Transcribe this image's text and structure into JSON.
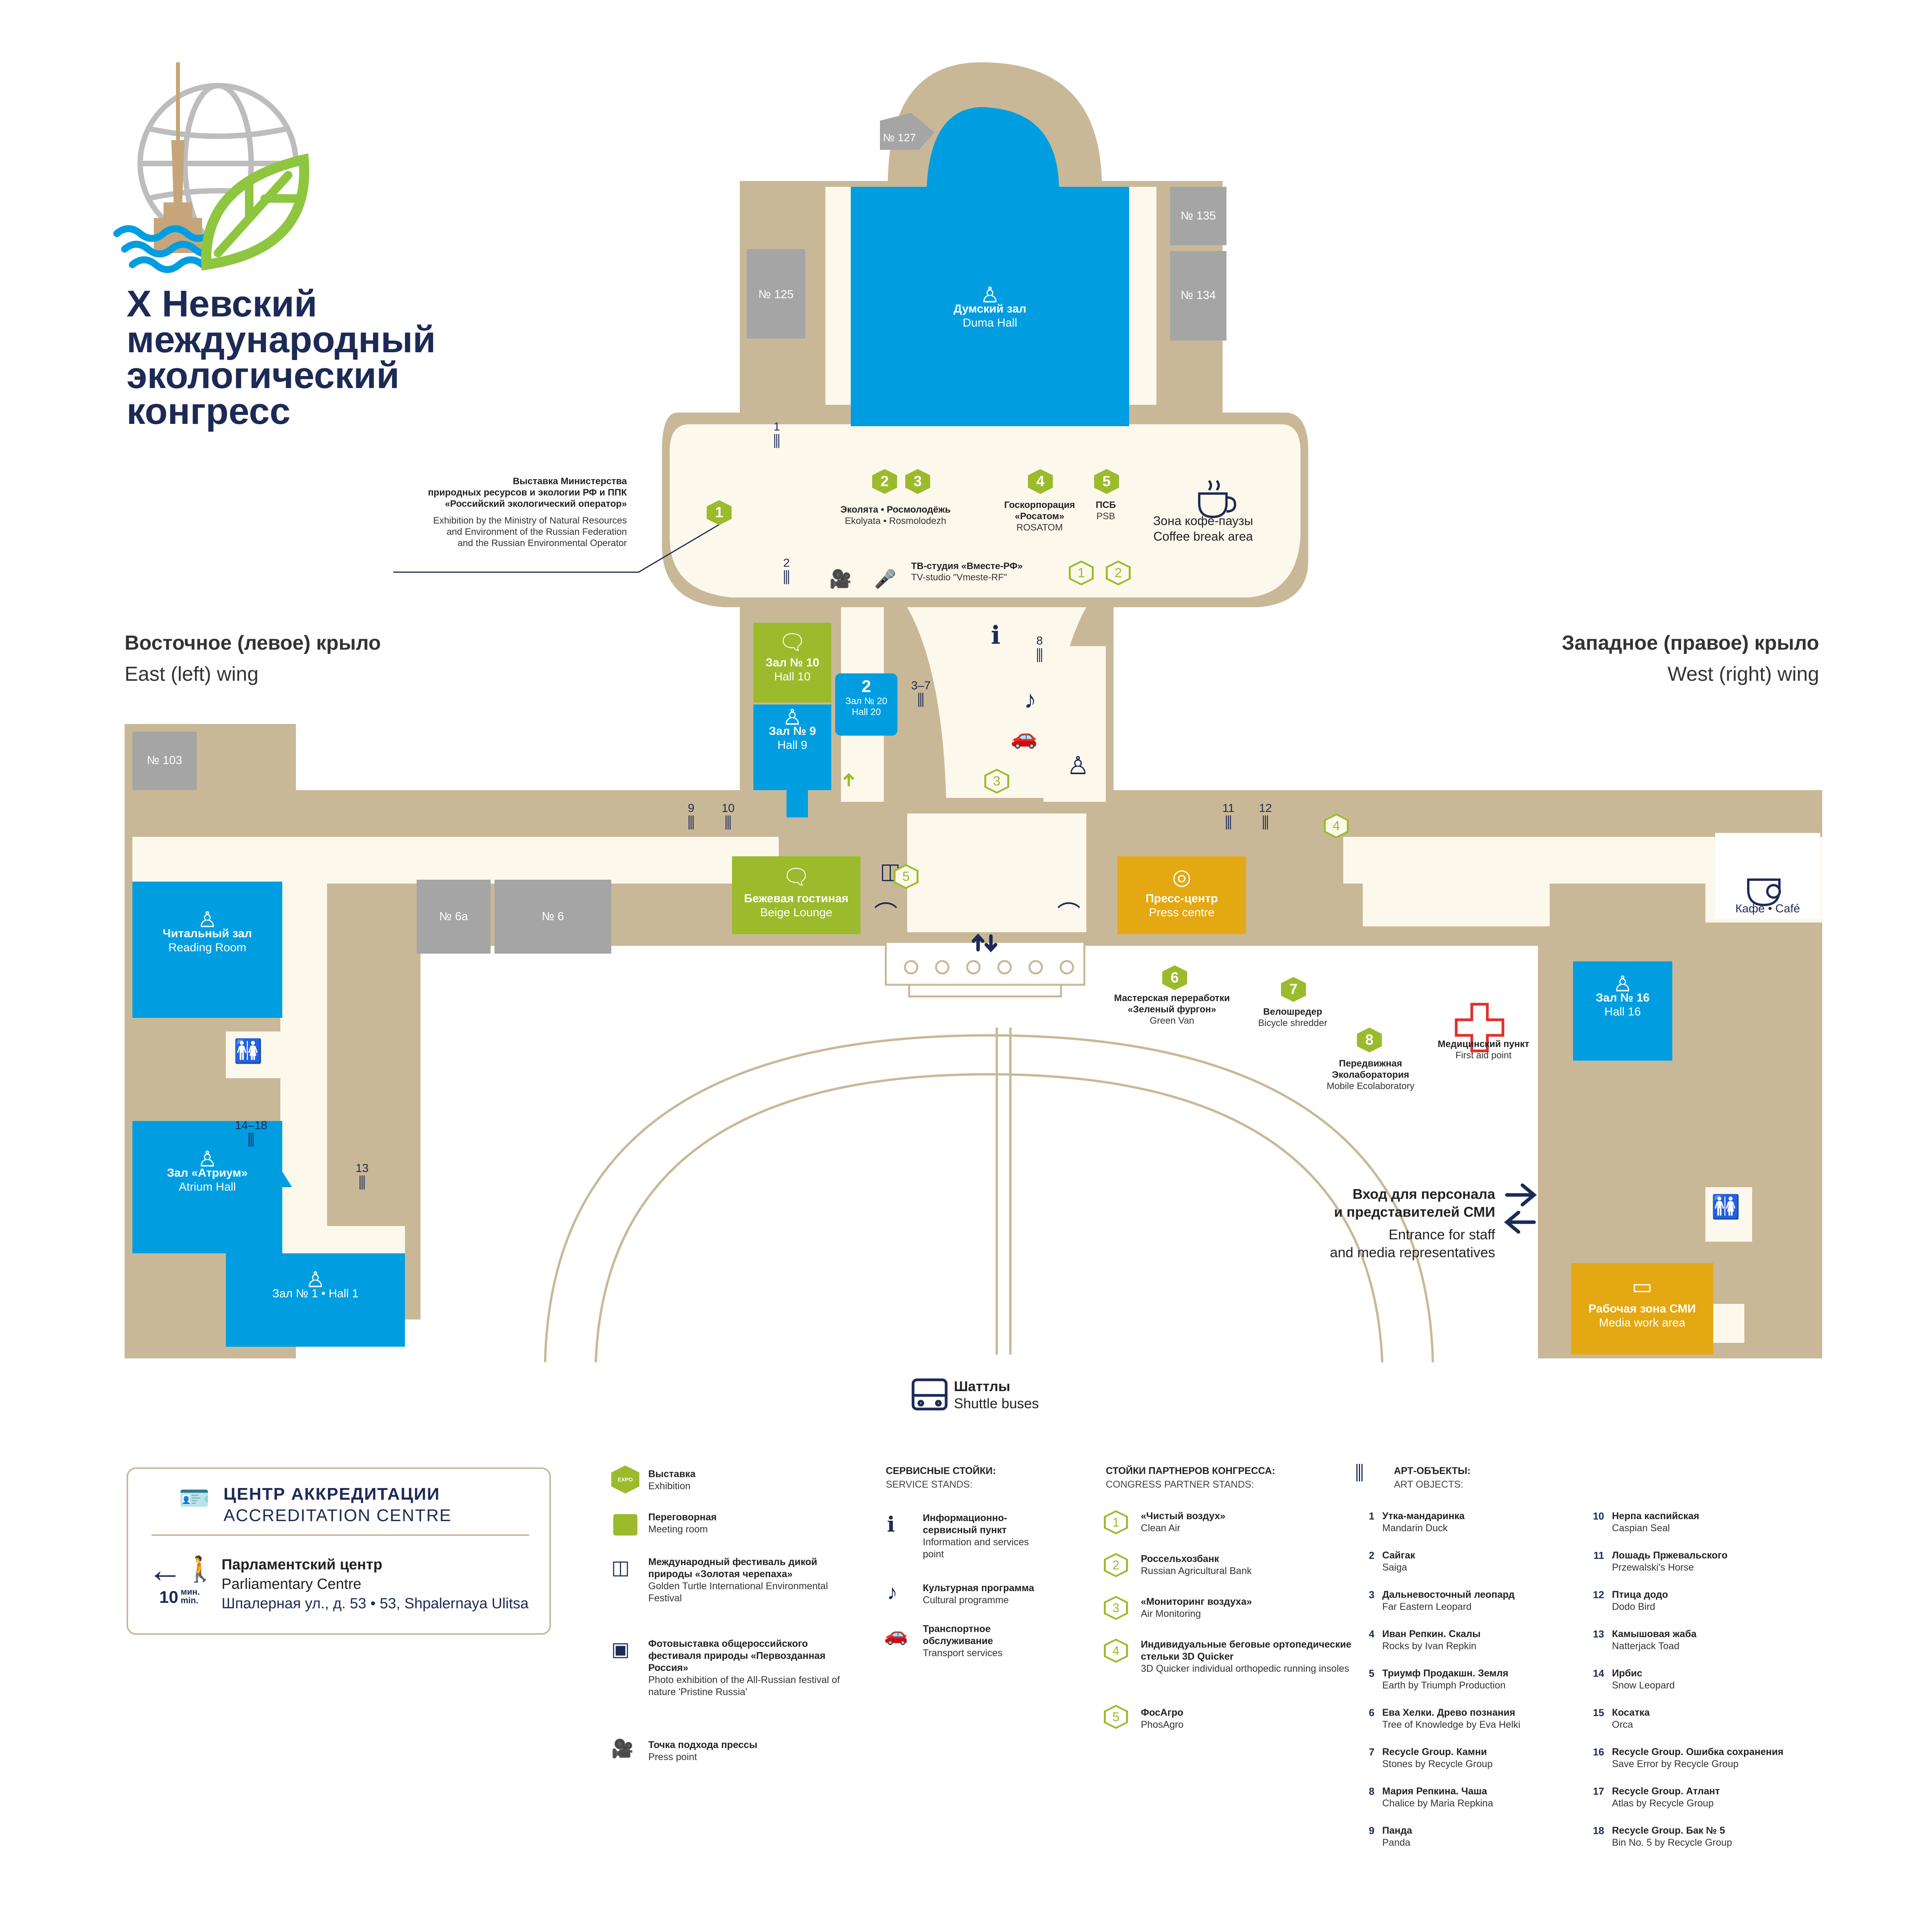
{
  "title": {
    "lines": [
      "X Невский",
      "международный",
      "экологический",
      "конгресс"
    ]
  },
  "wings": {
    "east_ru": "Восточное (левое) крыло",
    "east_en": "East (left) wing",
    "west_ru": "Западное (правое) крыло",
    "west_en": "West (right) wing"
  },
  "colors": {
    "hall_blue": "#009ee0",
    "wall": "#c9b897",
    "floor": "#fdf8ec",
    "green": "#9bbb2c",
    "gold": "#e4a812",
    "gray": "#a5a5a5",
    "navy": "#1d2a56"
  },
  "rooms": {
    "duma": {
      "ru": "Думский зал",
      "en": "Duma Hall"
    },
    "hall10": {
      "ru": "Зал № 10",
      "en": "Hall 10"
    },
    "hall9": {
      "ru": "Зал № 9",
      "en": "Hall 9"
    },
    "hall20": {
      "ru": "Зал № 20",
      "en": "Hall 20",
      "floor": "2"
    },
    "reading": {
      "ru": "Читальный зал",
      "en": "Reading Room"
    },
    "atrium": {
      "ru": "Зал «Атриум»",
      "en": "Atrium Hall"
    },
    "hall1": {
      "label": "Зал № 1 • Hall 1"
    },
    "beige": {
      "ru": "Бежевая гостиная",
      "en": "Beige Lounge"
    },
    "press": {
      "ru": "Пресс-центр",
      "en": "Press centre"
    },
    "hall16": {
      "ru": "Зал № 16",
      "en": "Hall 16"
    },
    "media": {
      "ru": "Рабочая зона СМИ",
      "en": "Media work area"
    },
    "cafe": {
      "label": "Кафе • Café"
    }
  },
  "gray_rooms": [
    "№ 127",
    "№ 125",
    "№ 135",
    "№ 134",
    "№ 103",
    "№ 6а",
    "№ 6"
  ],
  "map_notes": {
    "ministry_ru": [
      "Выставка Министерства",
      "природных ресурсов и экологии РФ и ППК",
      "«Российский экологический оператор»"
    ],
    "ministry_en": [
      "Exhibition by the Ministry of Natural Resources",
      "and Environment of the Russian Federation",
      "and the Russian Environmental Operator"
    ],
    "ekolyata_ru": "Эколята • Росмолодёжь",
    "ekolyata_en": "Ekolyata • Rosmolodezh",
    "rosatom_ru": [
      "Госкорпорация",
      "«Росатом»"
    ],
    "rosatom_en": "ROSATOM",
    "psb_ru": "ПСБ",
    "psb_en": "PSB",
    "coffee_ru": "Зона кофе-паузы",
    "coffee_en": "Coffee break area",
    "tv_ru": "ТВ-студия «Вместе-РФ»",
    "tv_en": "TV-studio \"Vmeste-RF\"",
    "van_ru": [
      "Мастерская переработки",
      "«Зеленый фургон»"
    ],
    "van_en": "Green Van",
    "shredder_ru": "Велошредер",
    "shredder_en": "Bicycle shredder",
    "lab_ru": [
      "Передвижная",
      "Эколаборатория"
    ],
    "lab_en": "Mobile Ecolaboratory",
    "aid_ru": "Медицинский пункт",
    "aid_en": "First aid point",
    "staff_ru": [
      "Вход для персонала",
      "и представителей СМИ"
    ],
    "staff_en": [
      "Entrance for staff",
      "and media representatives"
    ],
    "shuttle_ru": "Шаттлы",
    "shuttle_en": "Shuttle buses"
  },
  "art_marks": [
    "1",
    "2",
    "3–7",
    "8",
    "9",
    "10",
    "11",
    "12",
    "13",
    "14–18"
  ],
  "expo_marks": [
    "1",
    "2",
    "3",
    "4",
    "5",
    "6",
    "7",
    "8"
  ],
  "partner_marks": [
    "1",
    "2",
    "3",
    "4",
    "5"
  ],
  "accreditation": {
    "ru": "ЦЕНТР АККРЕДИТАЦИИ",
    "en": "ACCREDITATION CENTRE",
    "place_ru": "Парламентский центр",
    "place_en": "Parliamentary Centre",
    "minutes": "10",
    "min_label_ru": "мин.",
    "min_label_en": "min.",
    "address": "Шпалерная ул., д. 53 • 53, Shpalernaya Ulitsa"
  },
  "legend": {
    "expo_icon_text": "EXPO",
    "types": [
      {
        "ru": "Выставка",
        "en": "Exhibition"
      },
      {
        "ru": "Переговорная",
        "en": "Meeting room"
      },
      {
        "ru": "Международный фестиваль дикой природы «Золотая черепаха»",
        "en": "Golden Turtle International Environmental Festival"
      },
      {
        "ru": "Фотовыставка общероссийского фестиваля природы «Первозданная Россия»",
        "en": "Photo exhibition of the All-Russian festival of nature 'Pristine Russia'"
      },
      {
        "ru": "Точка подхода прессы",
        "en": "Press point"
      }
    ],
    "service_title_ru": "СЕРВИСНЫЕ СТОЙКИ:",
    "service_title_en": "SERVICE STANDS:",
    "services": [
      {
        "ru": "Информационно-сервисный пункт",
        "en": "Information and services point"
      },
      {
        "ru": "Культурная программа",
        "en": "Cultural programme"
      },
      {
        "ru": "Транспортное обслуживание",
        "en": "Transport services"
      }
    ],
    "partner_title_ru": "СТОЙКИ ПАРТНЕРОВ КОНГРЕССА:",
    "partner_title_en": "CONGRESS PARTNER STANDS:",
    "partners": [
      {
        "n": "1",
        "ru": "«Чистый воздух»",
        "en": "Clean Air"
      },
      {
        "n": "2",
        "ru": "Россельхозбанк",
        "en": "Russian Agricultural Bank"
      },
      {
        "n": "3",
        "ru": "«Мониторинг воздуха»",
        "en": "Air Monitoring"
      },
      {
        "n": "4",
        "ru": "Индивидуальные беговые ортопедические стельки 3D Quicker",
        "en": "3D Quicker individual orthopedic running insoles"
      },
      {
        "n": "5",
        "ru": "ФосАгро",
        "en": "PhosAgro"
      }
    ],
    "art_title_ru": "АРТ-ОБЪЕКТЫ:",
    "art_title_en": "ART OBJECTS:",
    "art": [
      {
        "n": "1",
        "ru": "Утка-мандаринка",
        "en": "Mandarin Duck"
      },
      {
        "n": "2",
        "ru": "Сайгак",
        "en": "Saiga"
      },
      {
        "n": "3",
        "ru": "Дальневосточный леопард",
        "en": "Far Eastern Leopard"
      },
      {
        "n": "4",
        "ru": "Иван Репкин. Скалы",
        "en": "Rocks by Ivan Repkin"
      },
      {
        "n": "5",
        "ru": "Триумф Продакшн. Земля",
        "en": "Earth by Triumph Production"
      },
      {
        "n": "6",
        "ru": "Ева Хелки. Древо познания",
        "en": "Tree of Knowledge by Eva Helki"
      },
      {
        "n": "7",
        "ru": "Recycle Group. Камни",
        "en": "Stones by Recycle Group"
      },
      {
        "n": "8",
        "ru": "Мария Репкина. Чаша",
        "en": "Chalice by Maria Repkina"
      },
      {
        "n": "9",
        "ru": "Панда",
        "en": "Panda"
      },
      {
        "n": "10",
        "ru": "Нерпа каспийская",
        "en": "Caspian Seal"
      },
      {
        "n": "11",
        "ru": "Лошадь Пржевальского",
        "en": "Przewalski's Horse"
      },
      {
        "n": "12",
        "ru": "Птица додо",
        "en": "Dodo Bird"
      },
      {
        "n": "13",
        "ru": "Камышовая жаба",
        "en": "Natterjack Toad"
      },
      {
        "n": "14",
        "ru": "Ирбис",
        "en": "Snow Leopard"
      },
      {
        "n": "15",
        "ru": "Косатка",
        "en": "Orca"
      },
      {
        "n": "16",
        "ru": "Recycle Group. Ошибка сохранения",
        "en": "Save Error by Recycle Group"
      },
      {
        "n": "17",
        "ru": "Recycle Group. Атлант",
        "en": "Atlas by Recycle Group"
      },
      {
        "n": "18",
        "ru": "Recycle Group. Бак № 5",
        "en": "Bin No. 5 by Recycle Group"
      }
    ]
  }
}
